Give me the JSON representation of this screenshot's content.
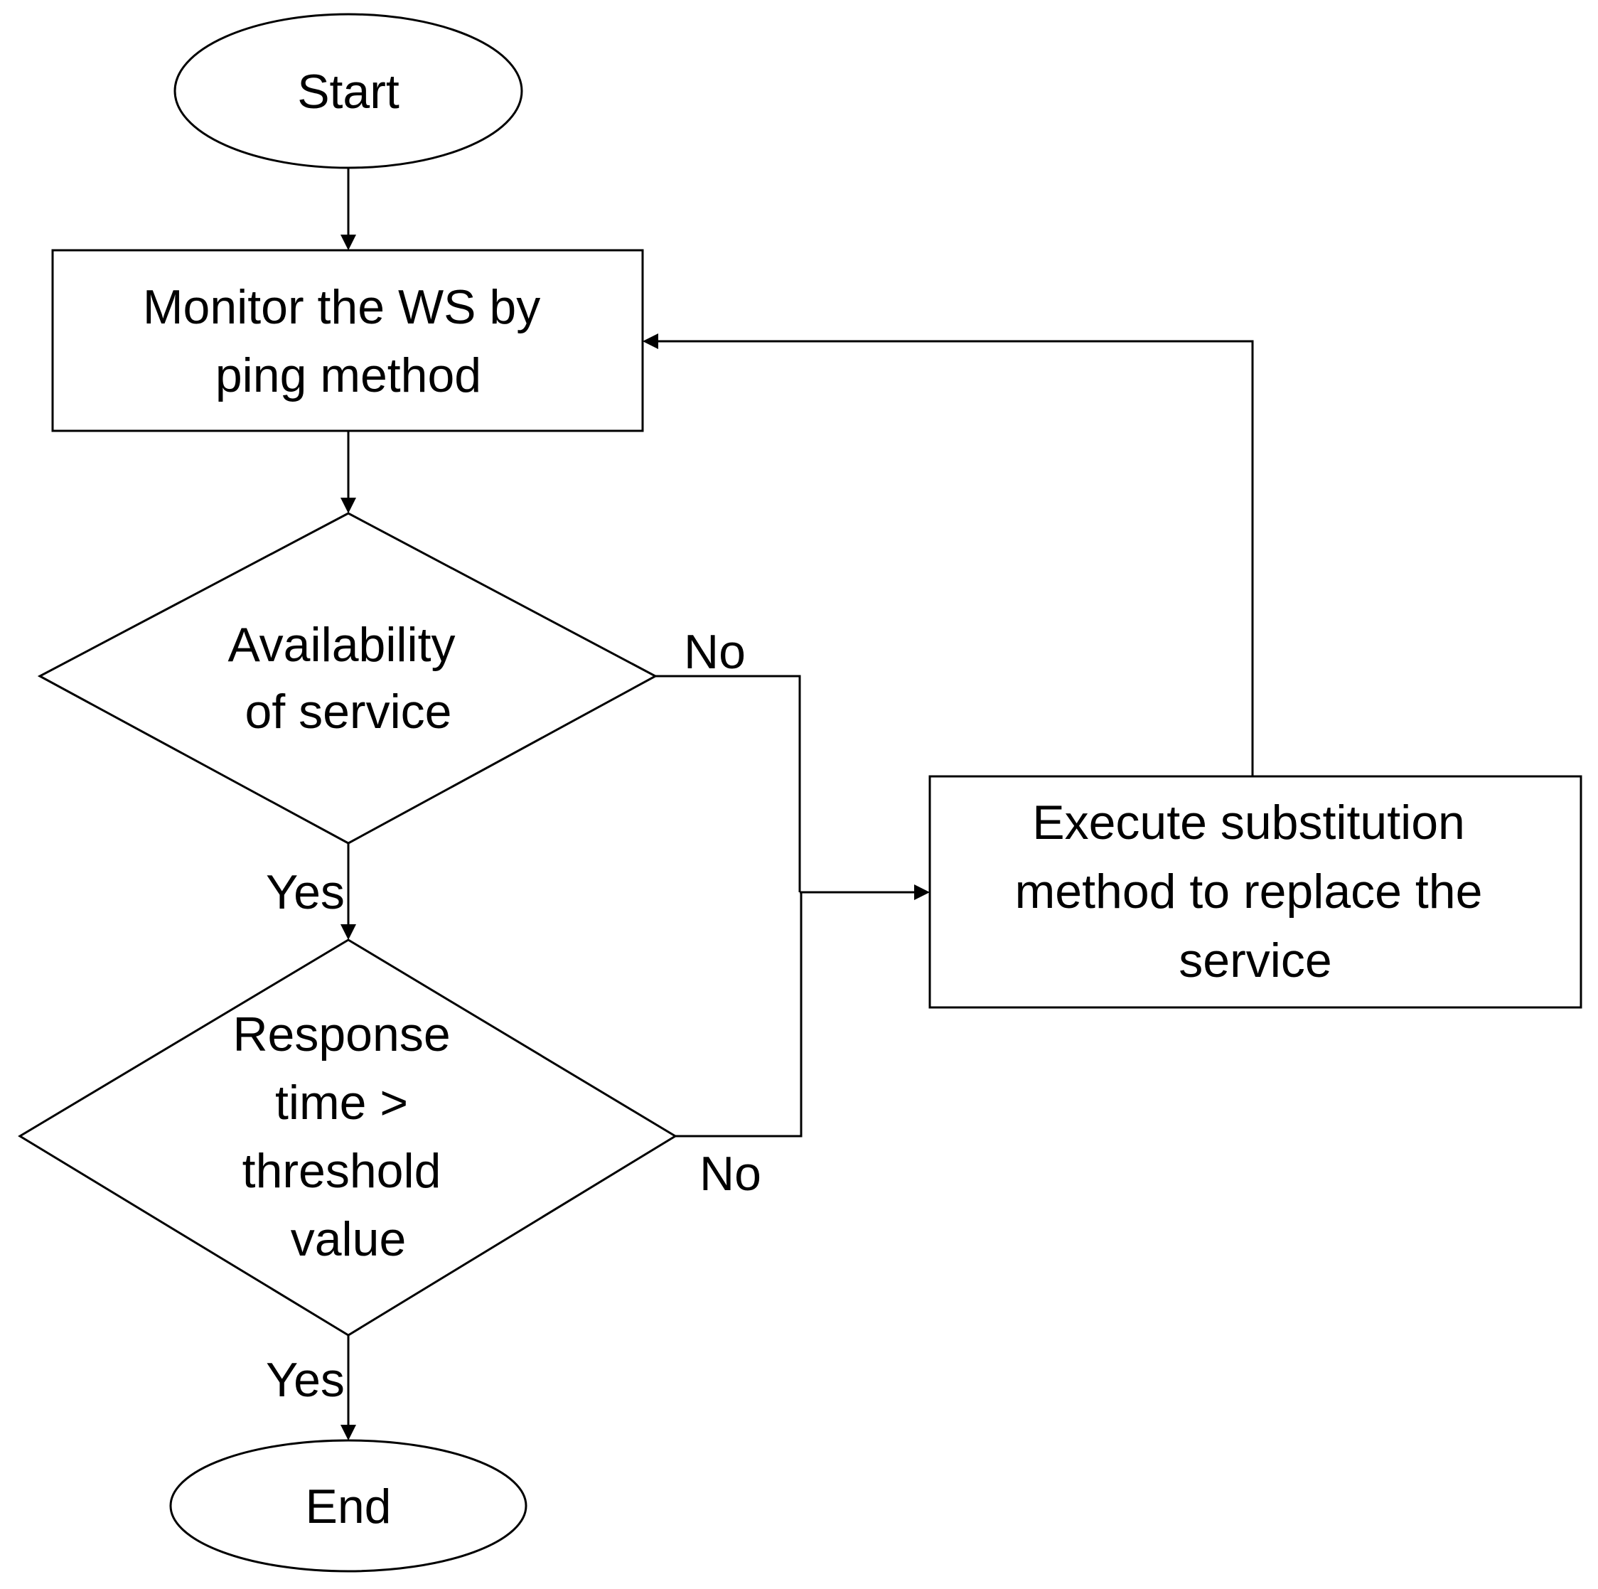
{
  "nodes": {
    "start": {
      "label": "Start"
    },
    "monitor": {
      "lines": [
        "Monitor the WS by",
        "ping method"
      ]
    },
    "availability": {
      "lines": [
        "Availability",
        "of service"
      ]
    },
    "response": {
      "lines": [
        "Response",
        "time >",
        "threshold",
        "value"
      ]
    },
    "substitution": {
      "lines": [
        "Execute substitution",
        "method to replace the",
        "service"
      ]
    },
    "end": {
      "label": "End"
    }
  },
  "edges": {
    "availability_no": "No",
    "availability_yes": "Yes",
    "response_no": "No",
    "response_yes": "Yes"
  },
  "colors": {
    "stroke": "#000000",
    "background": "#ffffff"
  }
}
